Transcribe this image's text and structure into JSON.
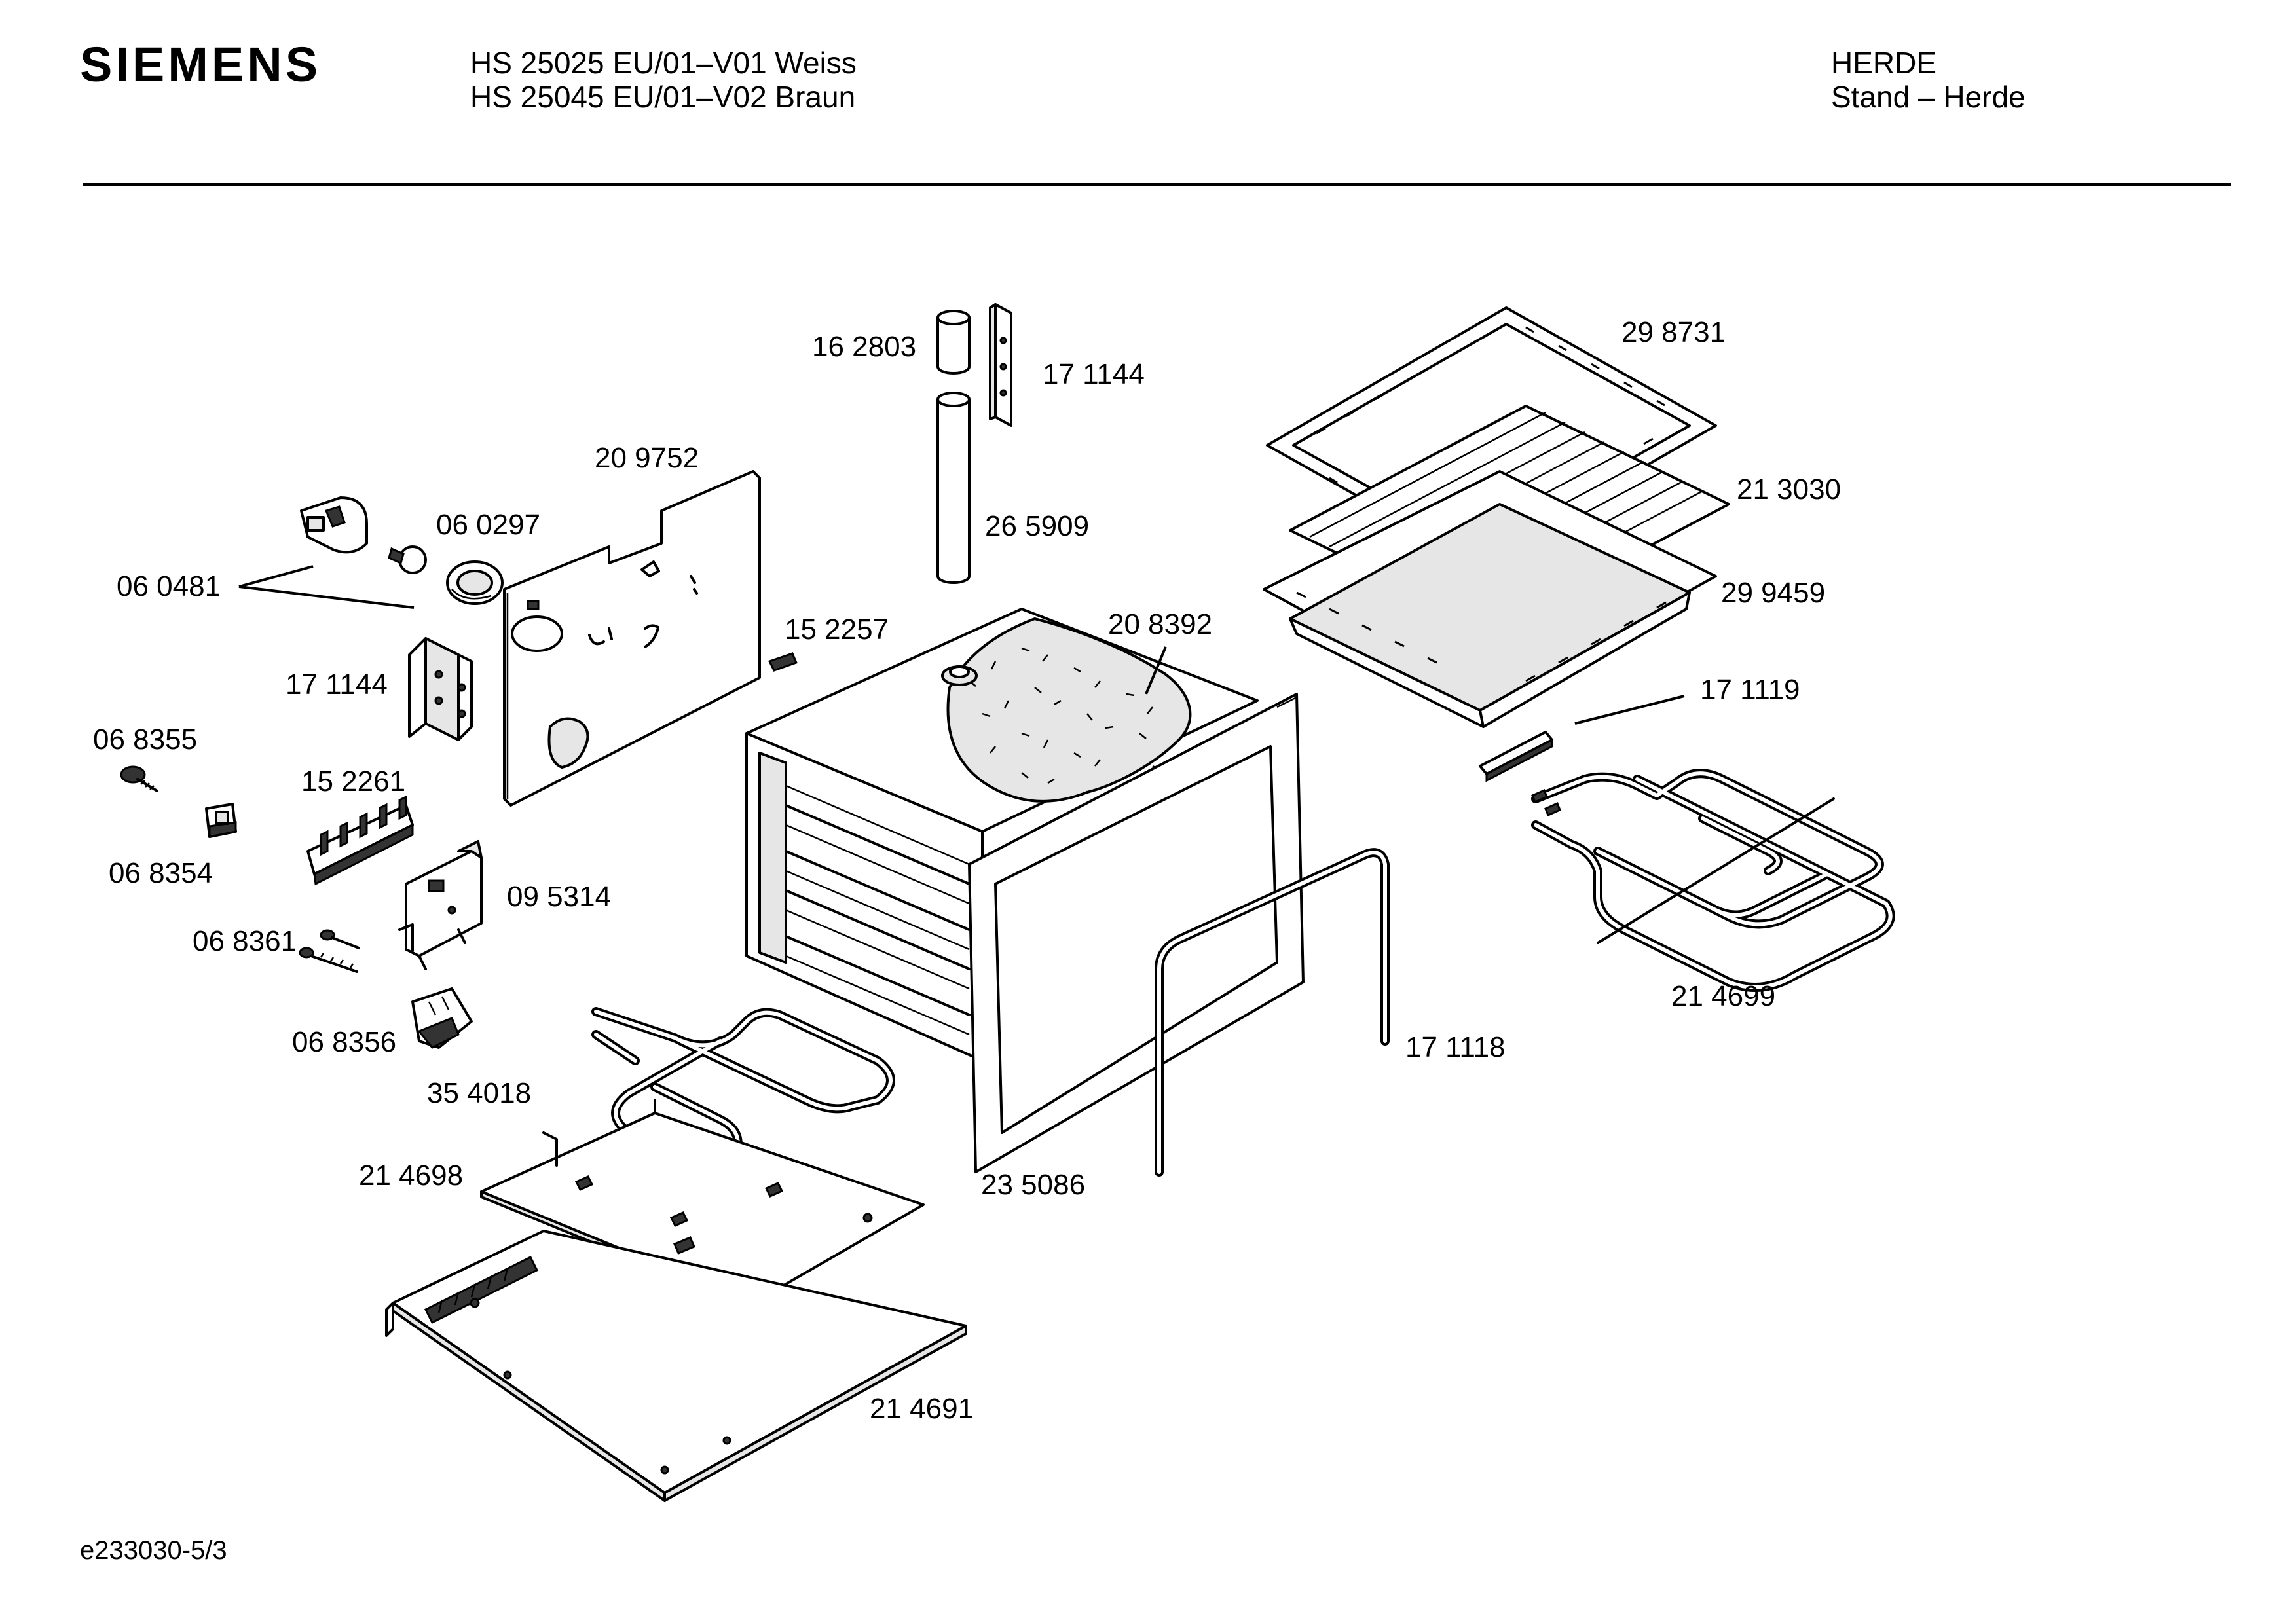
{
  "header": {
    "brand": "SIEMENS",
    "model_line_1": "HS 25025 EU/01–V01 Weiss",
    "model_line_2": "HS 25045 EU/01–V02 Braun",
    "category": "HERDE",
    "subcategory": "Stand – Herde"
  },
  "footer": {
    "drawing_id": "e233030-5/3"
  },
  "parts": [
    {
      "id": "p-162803",
      "number": "16 2803"
    },
    {
      "id": "p-171144-top",
      "number": "17 1144"
    },
    {
      "id": "p-265909",
      "number": "26 5909"
    },
    {
      "id": "p-298731",
      "number": "29 8731"
    },
    {
      "id": "p-213030",
      "number": "21 3030"
    },
    {
      "id": "p-299459",
      "number": "29 9459"
    },
    {
      "id": "p-171119",
      "number": "17 1119"
    },
    {
      "id": "p-214699",
      "number": "21 4699"
    },
    {
      "id": "p-171118",
      "number": "17 1118"
    },
    {
      "id": "p-209752",
      "number": "20 9752"
    },
    {
      "id": "p-060297",
      "number": "06 0297"
    },
    {
      "id": "p-060481",
      "number": "06 0481"
    },
    {
      "id": "p-171144-left",
      "number": "17 1144"
    },
    {
      "id": "p-152257",
      "number": "15 2257"
    },
    {
      "id": "p-208392",
      "number": "20 8392"
    },
    {
      "id": "p-068355",
      "number": "06 8355"
    },
    {
      "id": "p-152261",
      "number": "15 2261"
    },
    {
      "id": "p-068354",
      "number": "06 8354"
    },
    {
      "id": "p-095314",
      "number": "09 5314"
    },
    {
      "id": "p-068361",
      "number": "06 8361"
    },
    {
      "id": "p-068356",
      "number": "06 8356"
    },
    {
      "id": "p-354018",
      "number": "35 4018"
    },
    {
      "id": "p-214698",
      "number": "21 4698"
    },
    {
      "id": "p-235086",
      "number": "23 5086"
    },
    {
      "id": "p-214691",
      "number": "21 4691"
    }
  ]
}
